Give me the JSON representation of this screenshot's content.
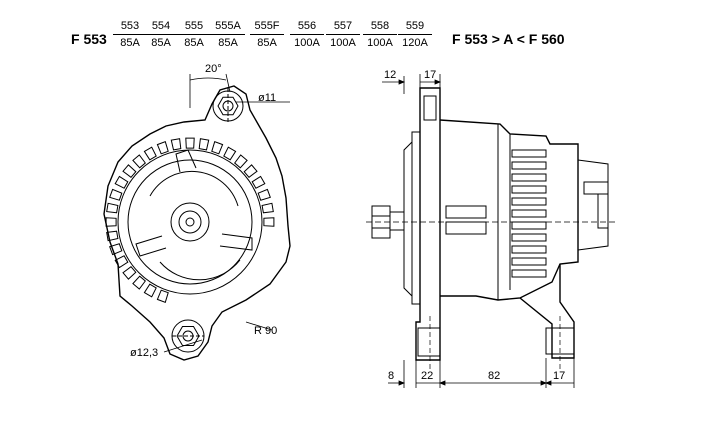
{
  "header": {
    "model": "F 553",
    "range": "F 553 > A < F 560",
    "variants": [
      {
        "model": "553",
        "rating": "85A"
      },
      {
        "model": "554",
        "rating": "85A"
      },
      {
        "model": "555",
        "rating": "85A"
      },
      {
        "model": "555A",
        "rating": "85A"
      },
      {
        "model": "555F",
        "rating": "85A"
      },
      {
        "model": "556",
        "rating": "100A"
      },
      {
        "model": "557",
        "rating": "100A"
      },
      {
        "model": "558",
        "rating": "100A"
      },
      {
        "model": "559",
        "rating": "120A"
      }
    ]
  },
  "front_view": {
    "angle": "20°",
    "hole_top": "ø11",
    "hole_bottom": "ø12,3",
    "radius": "R 90"
  },
  "side_view": {
    "dim_top_left": "12",
    "dim_top_right": "17",
    "dim_bottom": [
      "8",
      "22",
      "82",
      "17"
    ]
  }
}
